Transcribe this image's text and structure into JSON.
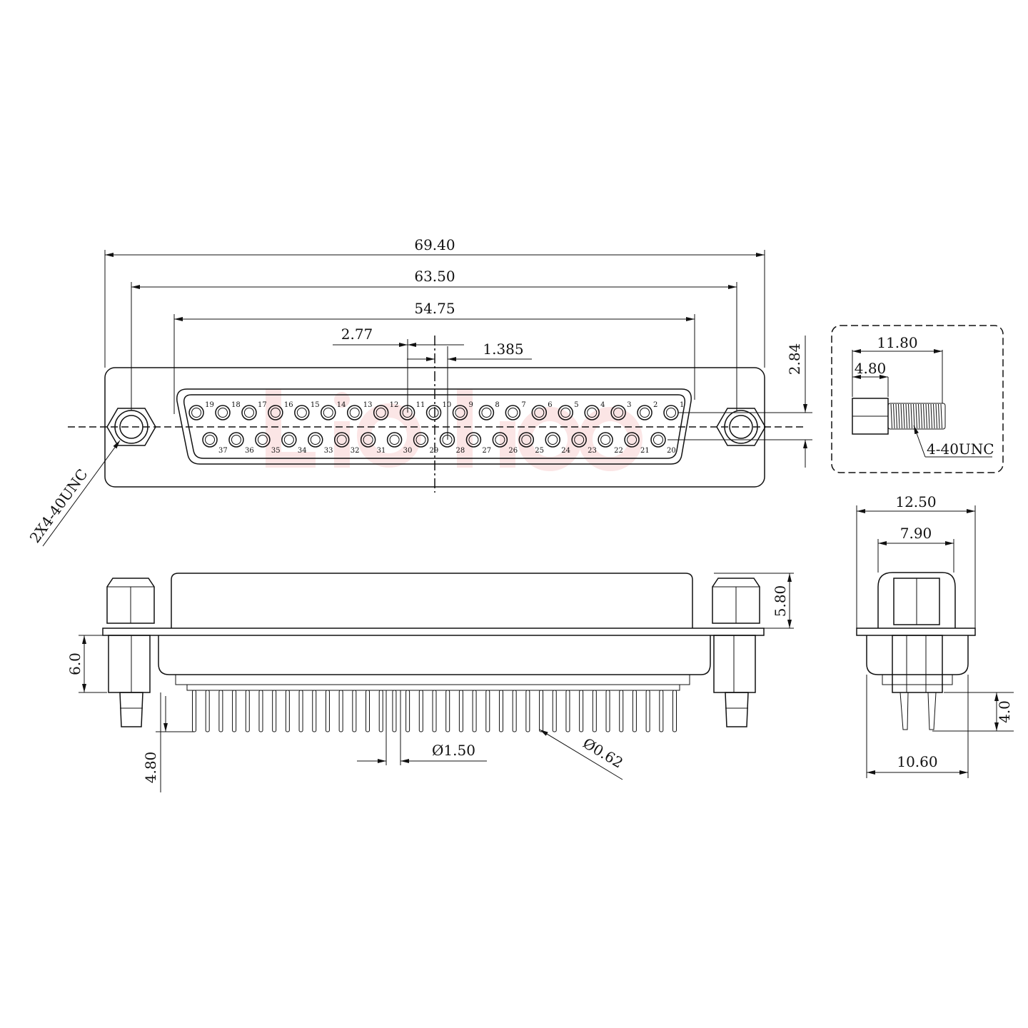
{
  "front_view": {
    "dims": {
      "overall_width": "69.40",
      "mount_hole_pitch": "63.50",
      "shell_width": "54.75",
      "pin_pitch": "2.77",
      "half_pitch": "1.385",
      "row_spacing": "2.84"
    },
    "thread_callout": "2X4-40UNC",
    "pin_count": 37,
    "top_row_pins": [
      "1",
      "2",
      "3",
      "4",
      "5",
      "6",
      "7",
      "8",
      "9",
      "10",
      "11",
      "12",
      "13",
      "14",
      "15",
      "16",
      "17",
      "18",
      "19"
    ],
    "bottom_row_pins": [
      "20",
      "21",
      "22",
      "23",
      "24",
      "25",
      "26",
      "27",
      "28",
      "29",
      "30",
      "31",
      "32",
      "33",
      "34",
      "35",
      "36",
      "37"
    ]
  },
  "screw_detail": {
    "total_length": "11.80",
    "head_length": "4.80",
    "thread": "4-40UNC"
  },
  "bottom_view": {
    "shell_height": "5.80",
    "standoff_height": "6.0",
    "tail_length": "4.80",
    "boardlock_dia": "Ø1.50",
    "pin_dia": "Ø0.62"
  },
  "side_view": {
    "flange_depth": "12.50",
    "shell_depth": "7.90",
    "base_depth": "10.60",
    "tail_length": "4.0"
  }
}
